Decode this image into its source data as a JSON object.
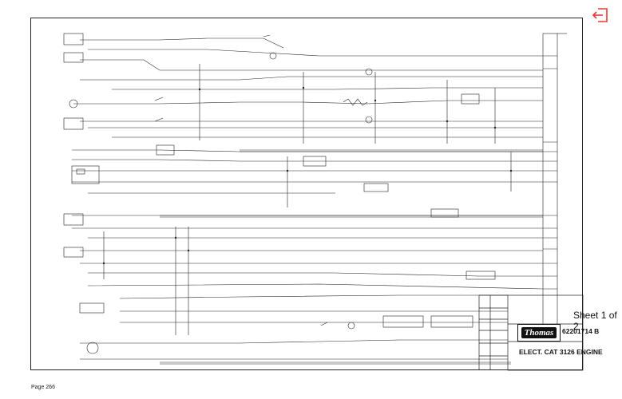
{
  "sheet": {
    "label": "Sheet 1 of 2"
  },
  "title_block": {
    "brand": "Thomas",
    "drawing_number": "62201714 B",
    "title": "ELECT. CAT 3126 ENGINE"
  },
  "page": {
    "label": "Page 266"
  },
  "icons": {
    "exit": "exit-arrow-icon"
  },
  "colors": {
    "line": "#222222",
    "exit_icon": "#e53935"
  }
}
